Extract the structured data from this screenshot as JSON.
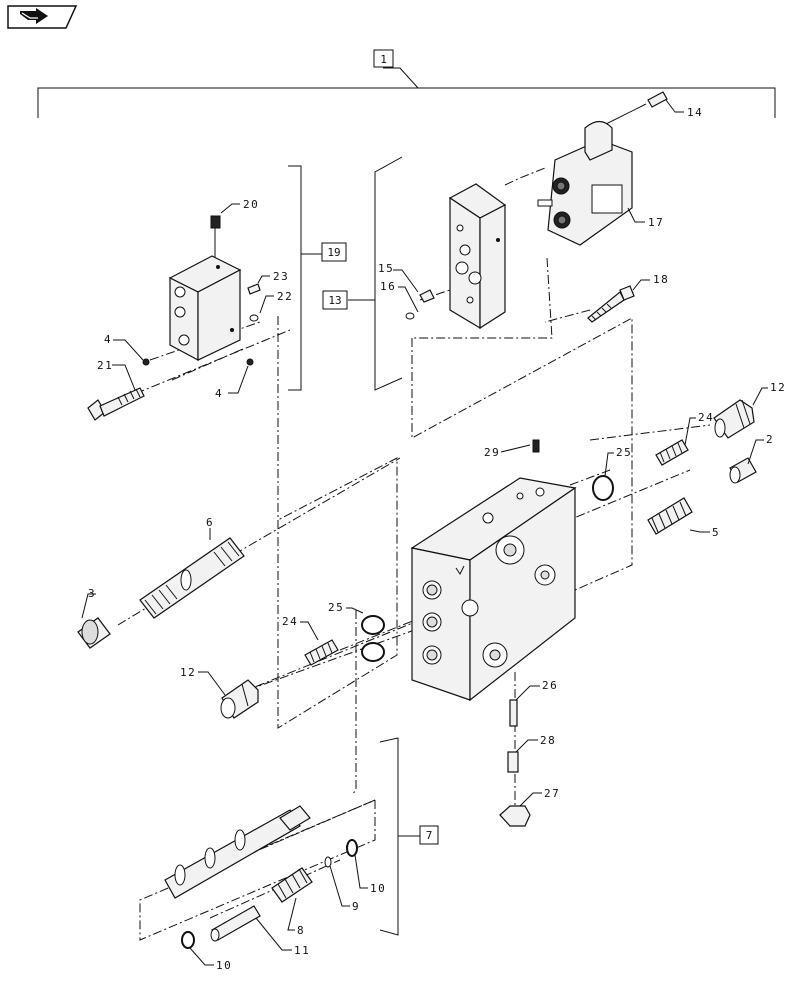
{
  "nav": {
    "icon": "arrow-right-icon"
  },
  "assembly_box": "1",
  "sub_boxes": {
    "b19": "19",
    "b13": "13",
    "b7": "7"
  },
  "callouts": {
    "c14": "14",
    "c17": "17",
    "c20": "20",
    "c23": "23",
    "c22": "22",
    "c15": "15",
    "c16": "16",
    "c18": "18",
    "c4a": "4",
    "c4b": "4",
    "c21": "21",
    "c12a": "12",
    "c24a": "24",
    "c2": "2",
    "c29": "29",
    "c25a": "25",
    "c6": "6",
    "c5": "5",
    "c3": "3",
    "c25b": "25",
    "c24b": "24",
    "c12b": "12",
    "c26": "26",
    "c28": "28",
    "c27": "27",
    "c10a": "10",
    "c9": "9",
    "c8": "8",
    "c11": "11",
    "c10b": "10"
  }
}
